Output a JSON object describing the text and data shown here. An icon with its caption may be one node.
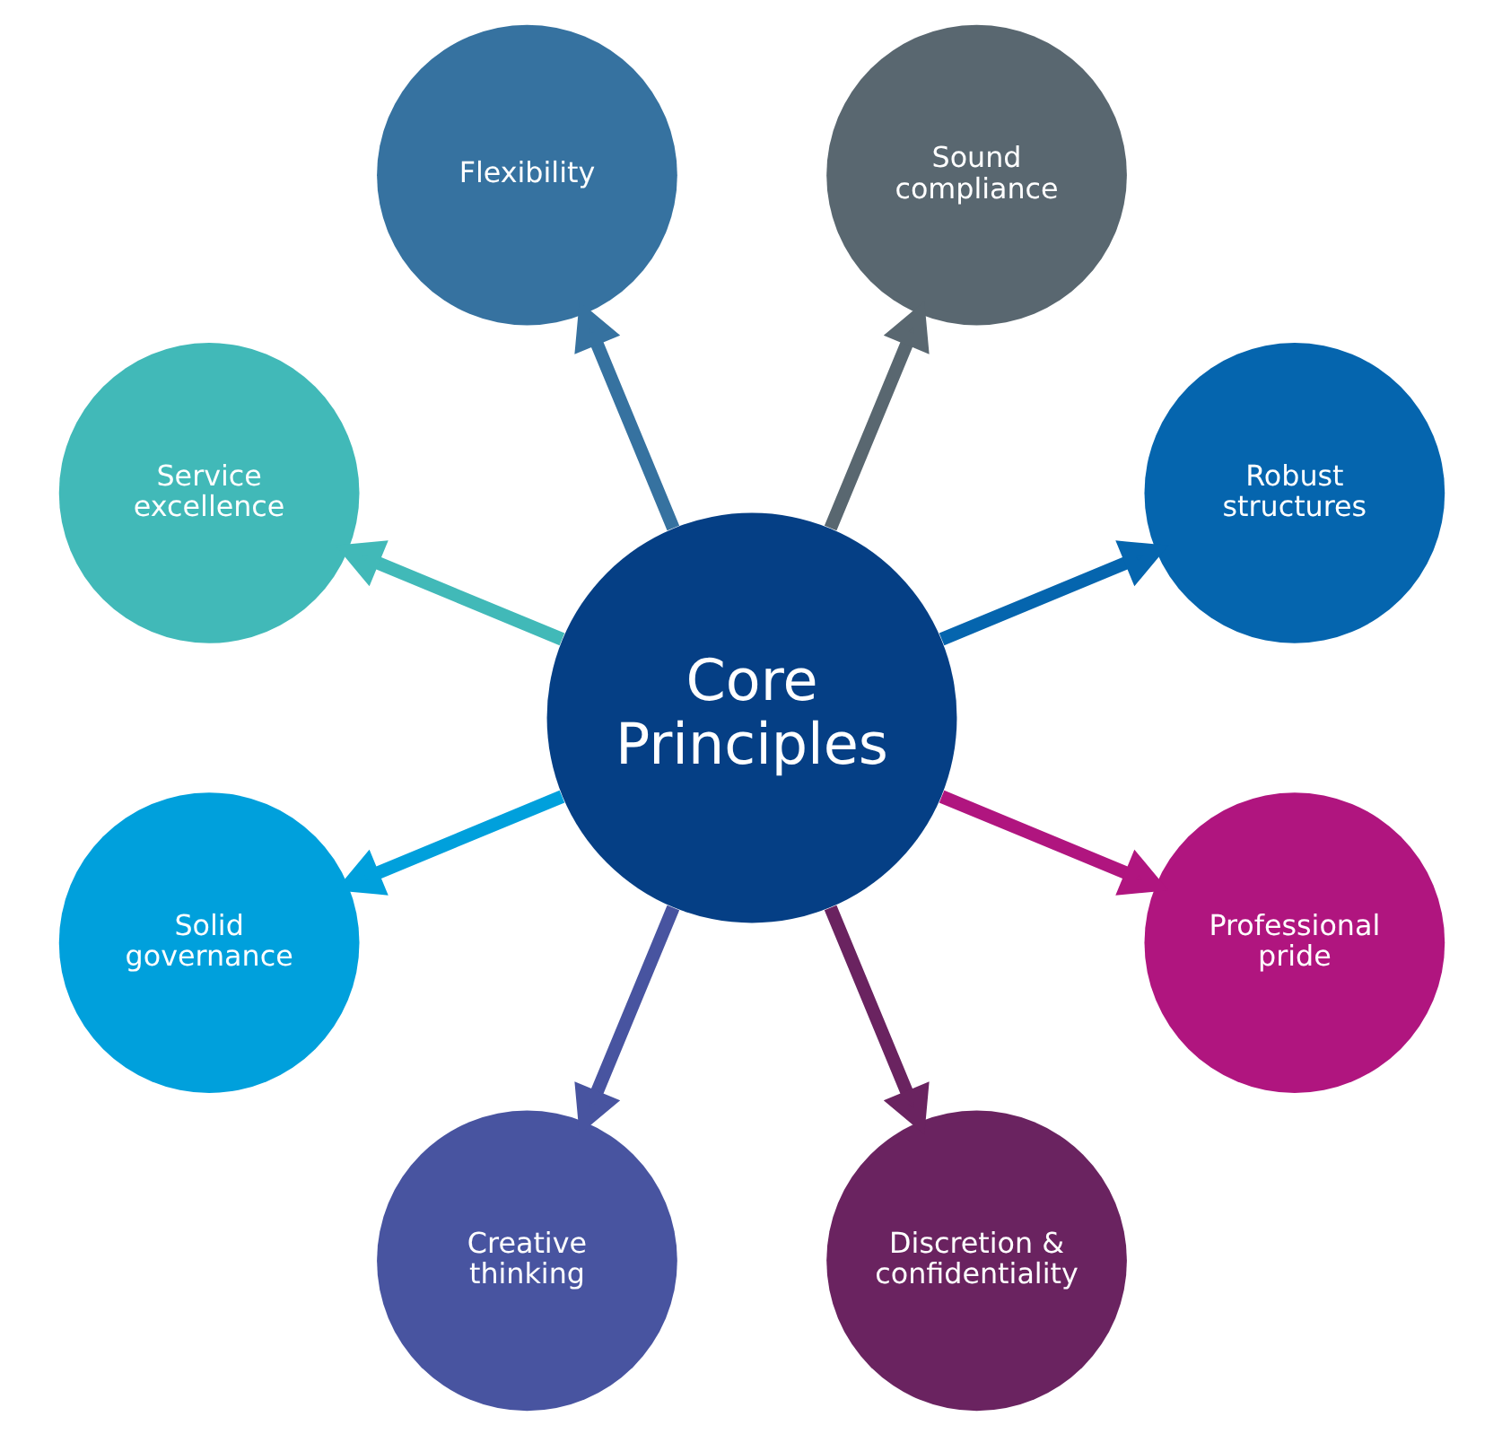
{
  "diagram": {
    "nodes": [
      {
        "text": [
          "Core Principles"
        ]
      },
      {
        "text": [
          "Robust structures"
        ]
      },
      {
        "text": [
          "Sound compliance"
        ]
      },
      {
        "text": [
          "Flexibility"
        ]
      },
      {
        "text": [
          "Service excellence"
        ]
      },
      {
        "text": [
          "Solid governance"
        ]
      },
      {
        "text": [
          "Creative thinking"
        ]
      },
      {
        "text": [
          "Discretion & confidentiality"
        ]
      },
      {
        "text": [
          "Professional pride"
        ]
      }
    ],
    "edges": [
      {
        "from": 0,
        "to": 1,
        "arrow": "to",
        "color": "#0565ae"
      },
      {
        "from": 0,
        "to": 2,
        "arrow": "to",
        "color": "#596770"
      },
      {
        "from": 0,
        "to": 3,
        "arrow": "to",
        "color": "#3672a0"
      },
      {
        "from": 0,
        "to": 4,
        "arrow": "to",
        "color": "#41b9b8"
      },
      {
        "from": 0,
        "to": 5,
        "arrow": "to",
        "color": "#00a0dc"
      },
      {
        "from": 0,
        "to": 6,
        "arrow": "to",
        "color": "#4854a0"
      },
      {
        "from": 0,
        "to": 7,
        "arrow": "to",
        "color": "#6a2360"
      },
      {
        "from": 0,
        "to": 8,
        "arrow": "to",
        "color": "#b0157f"
      }
    ]
  }
}
